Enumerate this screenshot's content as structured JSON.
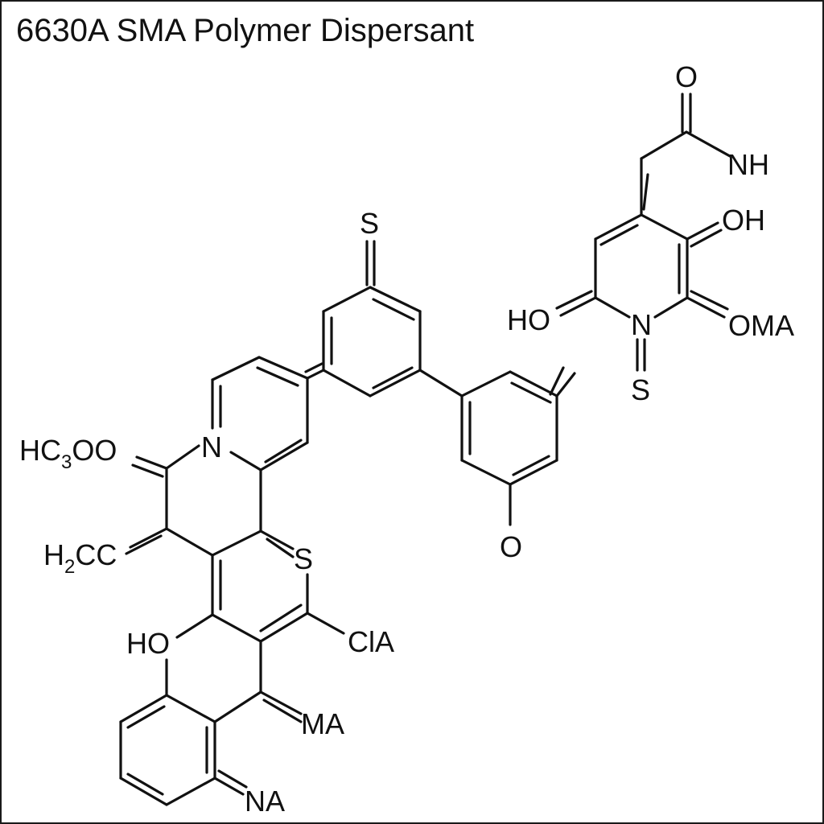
{
  "title": "6630A SMA Polymer Dispersant",
  "labels": {
    "s_top": "S",
    "n_pyridine": "N",
    "methoxy_prefix": "HC",
    "methoxy_sub": "3",
    "methoxy_suffix": "OO",
    "methylene_prefix": "H",
    "methylene_sub": "2",
    "methylene_suffix": "CC",
    "s_ring": "S",
    "ho_left": "HO",
    "cla": "ClA",
    "ma_bottom": "MA",
    "na_bottom": "NA",
    "o_phenol": "O",
    "o_top_right": "O",
    "nh": "NH",
    "oh_right": "OH",
    "ho_right": "HO",
    "n_imide": "N",
    "oma": "OMA",
    "s_imide": "S"
  }
}
